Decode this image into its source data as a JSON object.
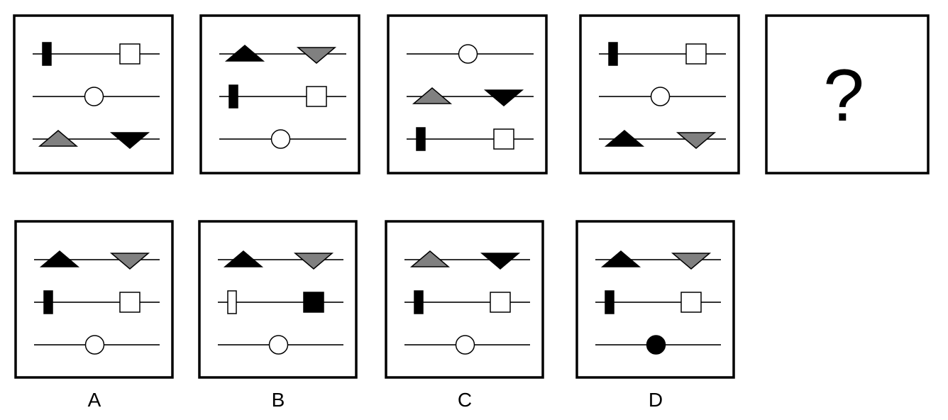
{
  "colors": {
    "frame": "#000000",
    "line": "#333333",
    "black": "#000000",
    "gray": "#808080",
    "white": "#ffffff"
  },
  "question_mark": "?",
  "sequence": [
    {
      "rows": [
        {
          "left": "black-bar",
          "right": "white-square"
        },
        {
          "center": "white-circle"
        },
        {
          "left": "gray-up-triangle",
          "right": "black-down-triangle"
        }
      ]
    },
    {
      "rows": [
        {
          "left": "black-up-triangle",
          "right": "gray-down-triangle"
        },
        {
          "left": "black-bar",
          "right": "white-square"
        },
        {
          "center": "white-circle"
        }
      ]
    },
    {
      "rows": [
        {
          "center": "white-circle"
        },
        {
          "left": "gray-up-triangle",
          "right": "black-down-triangle"
        },
        {
          "left": "black-bar",
          "right": "white-square"
        }
      ]
    },
    {
      "rows": [
        {
          "left": "black-bar",
          "right": "white-square"
        },
        {
          "center": "white-circle"
        },
        {
          "left": "black-up-triangle",
          "right": "gray-down-triangle"
        }
      ]
    }
  ],
  "options": [
    {
      "label": "A",
      "rows": [
        {
          "left": "black-up-triangle",
          "right": "gray-down-triangle"
        },
        {
          "left": "black-bar",
          "right": "white-square"
        },
        {
          "center": "white-circle"
        }
      ]
    },
    {
      "label": "B",
      "rows": [
        {
          "left": "black-up-triangle",
          "right": "gray-down-triangle"
        },
        {
          "left": "white-bar",
          "right": "black-square"
        },
        {
          "center": "white-circle"
        }
      ]
    },
    {
      "label": "C",
      "rows": [
        {
          "left": "gray-up-triangle",
          "right": "black-down-triangle"
        },
        {
          "left": "black-bar",
          "right": "white-square"
        },
        {
          "center": "white-circle"
        }
      ]
    },
    {
      "label": "D",
      "rows": [
        {
          "left": "black-up-triangle",
          "right": "gray-down-triangle"
        },
        {
          "left": "black-bar",
          "right": "white-square"
        },
        {
          "center": "black-circle"
        }
      ]
    }
  ]
}
